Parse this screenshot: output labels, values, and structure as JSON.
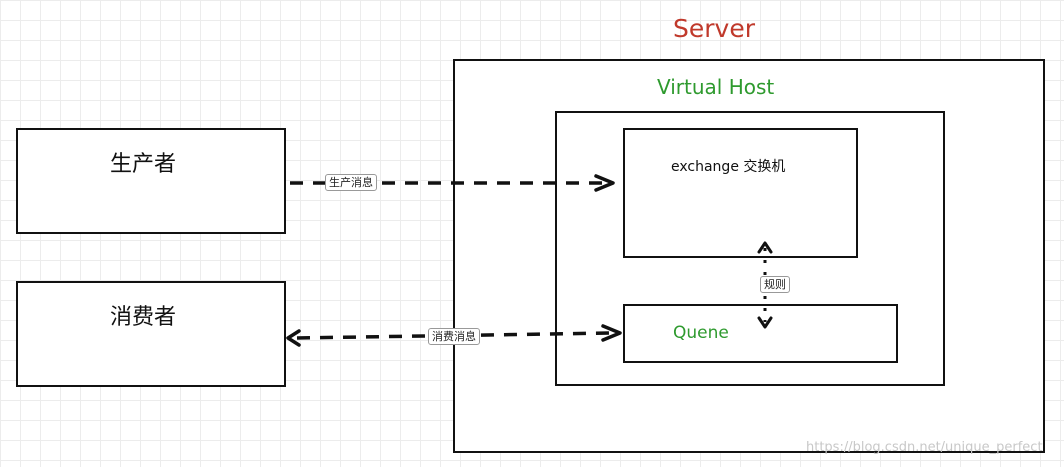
{
  "server": {
    "title": "Server",
    "color": "#c0392b"
  },
  "vhost": {
    "title": "Virtual Host",
    "color": "#2e9a2e"
  },
  "exchange": {
    "label": "exchange 交换机"
  },
  "queue": {
    "label": "Quene",
    "color": "#2e9a2e"
  },
  "producer": {
    "label": "生产者"
  },
  "consumer": {
    "label": "消费者"
  },
  "edges": {
    "produce": "生产消息",
    "consume": "消费消息",
    "rules": "规则"
  },
  "watermark": "https://blog.csdn.net/unique_perfect"
}
